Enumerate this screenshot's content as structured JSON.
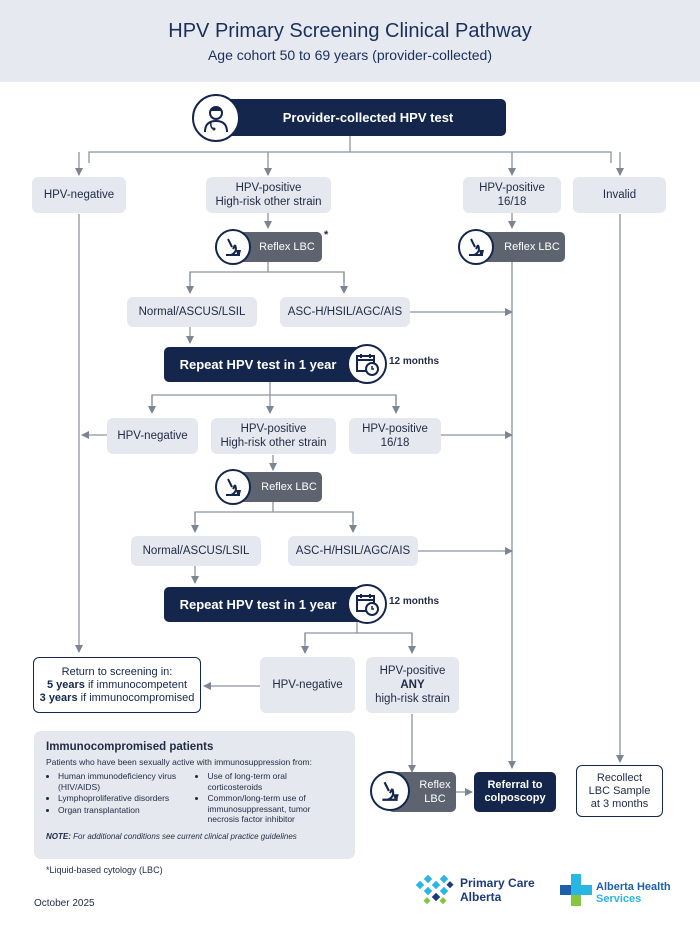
{
  "header": {
    "title": "HPV Primary Screening Clinical Pathway",
    "subtitle": "Age cohort 50 to 69 years (provider-collected)"
  },
  "nodes": {
    "top": "Provider-collected HPV test",
    "neg1": "HPV-negative",
    "pos_other_1a": "HPV-positive",
    "pos_other_1b": "High-risk other strain",
    "pos1618_1a": "HPV-positive",
    "pos1618_1b": "16/18",
    "invalid": "Invalid",
    "reflex1": "Reflex LBC",
    "reflex1_star": "*",
    "reflex2": "Reflex LBC",
    "normal1": "Normal/ASCUS/LSIL",
    "abn1": "ASC-H/HSIL/AGC/AIS",
    "repeat1": "Repeat HPV test in 1 year",
    "months1": "12 months",
    "neg2": "HPV-negative",
    "pos_other_2a": "HPV-positive",
    "pos_other_2b": "High-risk other strain",
    "pos1618_2a": "HPV-positive",
    "pos1618_2b": "16/18",
    "reflex3": "Reflex LBC",
    "normal2": "Normal/ASCUS/LSIL",
    "abn2": "ASC-H/HSIL/AGC/AIS",
    "repeat2": "Repeat HPV test in 1 year",
    "months2": "12 months",
    "return_a": "Return to screening in:",
    "return_b1": "5 years",
    "return_b2": " if immunocompetent",
    "return_c1": "3 years",
    "return_c2": " if immunocompromised",
    "neg3": "HPV-negative",
    "any_a": "HPV-positive",
    "any_b": "ANY",
    "any_c": "high-risk strain",
    "reflex4_a": "Reflex",
    "reflex4_b": "LBC",
    "referral_a": "Referral to",
    "referral_b": "colposcopy",
    "recollect_a": "Recollect",
    "recollect_b": "LBC Sample",
    "recollect_c": "at 3 months"
  },
  "immuno": {
    "title": "Immunocompromised patients",
    "intro": "Patients who have been sexually active with immunosuppression from:",
    "left_items": [
      "Human immunodeficiency virus (HIV/AIDS)",
      "Lymphoproliferative disorders",
      "Organ transplantation"
    ],
    "right_items": [
      "Use of long-term oral corticosteroids",
      "Common/long-term use of immunosuppressant, tumor necrosis factor inhibitor"
    ],
    "note_label": "NOTE:",
    "note_text": " For additional conditions see current clinical practice guidelines"
  },
  "footnote": "*Liquid-based cytology (LBC)",
  "date": "October 2025",
  "logos": {
    "pca_line1": "Primary Care",
    "pca_line2": "Alberta",
    "ahs_line1": "Alberta Health",
    "ahs_line2": "Services"
  },
  "icons": {
    "provider": "doctor-icon",
    "microscope": "microscope-icon",
    "calendar": "calendar-clock-icon"
  },
  "colors": {
    "navy": "#14264b",
    "grey_box": "#e5e8ee",
    "lbc_box": "#5d6470",
    "header_bg": "#e6e9ef"
  }
}
